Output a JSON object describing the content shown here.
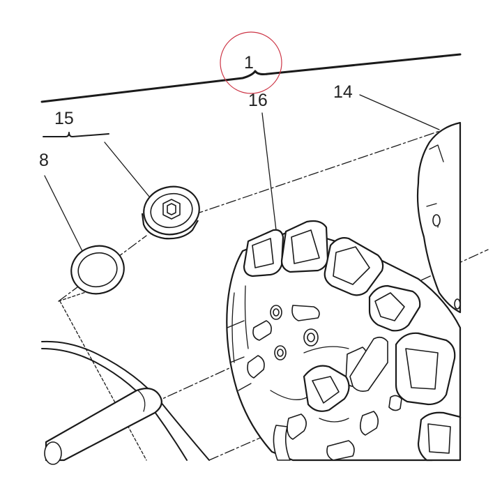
{
  "callouts": {
    "assembly": "1",
    "item_16": "16",
    "item_14": "14",
    "item_15": "15",
    "item_8": "8"
  },
  "highlight_color": "#cc3344",
  "line_color": "#1a1a1a"
}
